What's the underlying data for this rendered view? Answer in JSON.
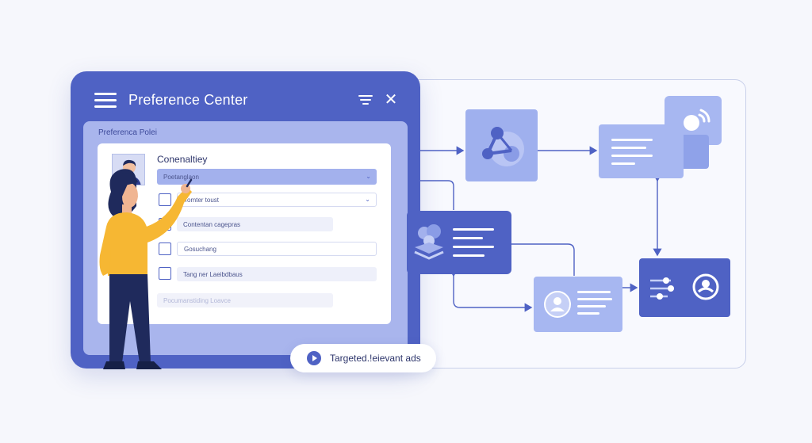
{
  "window": {
    "title": "Preference Center",
    "inner_label": "Preferenca Polei"
  },
  "form": {
    "title": "Conenaltiey",
    "fields": [
      {
        "label": "Poetanglaon",
        "type": "dropdown",
        "state": "selected"
      },
      {
        "label": "Tomter toust",
        "type": "dropdown",
        "state": "default"
      },
      {
        "label": "Contentan cagepras",
        "type": "text",
        "state": "filled"
      },
      {
        "label": "Gosuchang",
        "type": "text",
        "state": "default"
      },
      {
        "label": "Tang ner Laeibdbaus",
        "type": "text",
        "state": "filled"
      },
      {
        "label": "Pocumanstiding Loavce",
        "type": "text",
        "state": "faded"
      }
    ]
  },
  "chip": {
    "label": "Targeted.!eievant ads"
  },
  "colors": {
    "primary": "#4f62c4",
    "panel": "#a9b5ed",
    "node_light": "#9fb0ee",
    "node_dark": "#4f62c4",
    "accent_shirt": "#f6b733",
    "pants": "#1f2a5c"
  },
  "icons": [
    "menu-icon",
    "filter-icon",
    "close-icon",
    "user-avatar-icon",
    "network-icon",
    "broadcast-icon",
    "layers-icon",
    "profile-icon",
    "sliders-icon",
    "target-icon",
    "play-icon"
  ]
}
